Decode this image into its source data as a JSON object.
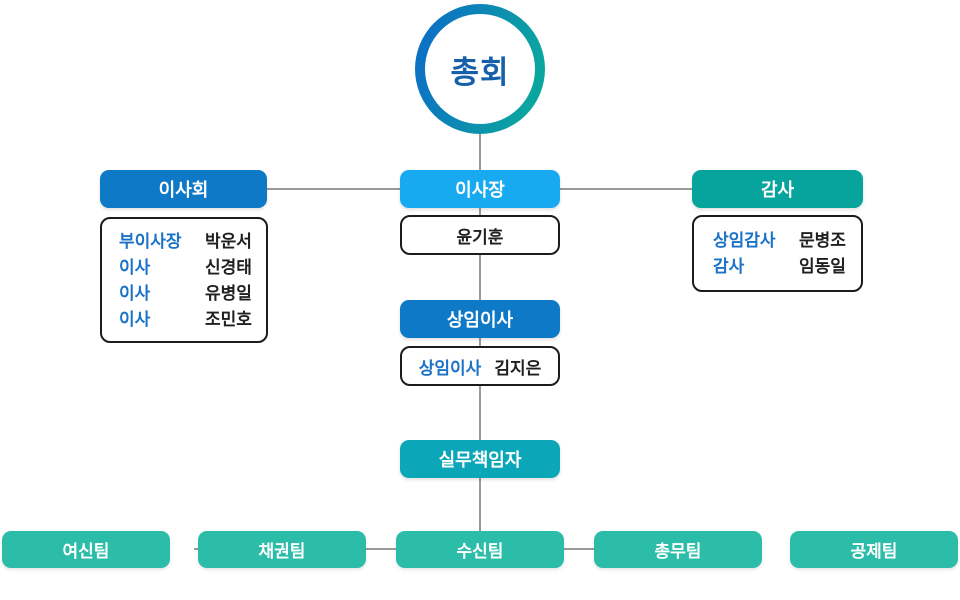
{
  "org": {
    "root": {
      "label": "총회"
    },
    "board": {
      "label": "이사회",
      "members": [
        {
          "title": "부이사장",
          "name": "박운서"
        },
        {
          "title": "이사",
          "name": "신경태"
        },
        {
          "title": "이사",
          "name": "유병일"
        },
        {
          "title": "이사",
          "name": "조민호"
        }
      ]
    },
    "chairman": {
      "label": "이사장",
      "name": "윤기훈"
    },
    "auditor": {
      "label": "감사",
      "members": [
        {
          "title": "상임감사",
          "name": "문병조"
        },
        {
          "title": "감사",
          "name": "임동일"
        }
      ]
    },
    "executive": {
      "label": "상임이사",
      "member": {
        "title": "상임이사",
        "name": "김지은"
      }
    },
    "manager": {
      "label": "실무책임자"
    },
    "teams": [
      {
        "label": "여신팀"
      },
      {
        "label": "채권팀"
      },
      {
        "label": "수신팀"
      },
      {
        "label": "총무팀"
      },
      {
        "label": "공제팀"
      }
    ]
  },
  "colors": {
    "primary_blue": "#0d79c7",
    "sky_blue": "#18aaf0",
    "teal": "#07a39d",
    "cyan": "#0ba7b8",
    "mint": "#2cbda9",
    "circle_gradient_start": "#0c73c2",
    "circle_gradient_end": "#0ba5a0",
    "root_text_blue": "#1660aa",
    "member_title_blue": "#1b72c6",
    "member_name_black": "#221f1f",
    "connector_gray": "#9a9a9a"
  }
}
